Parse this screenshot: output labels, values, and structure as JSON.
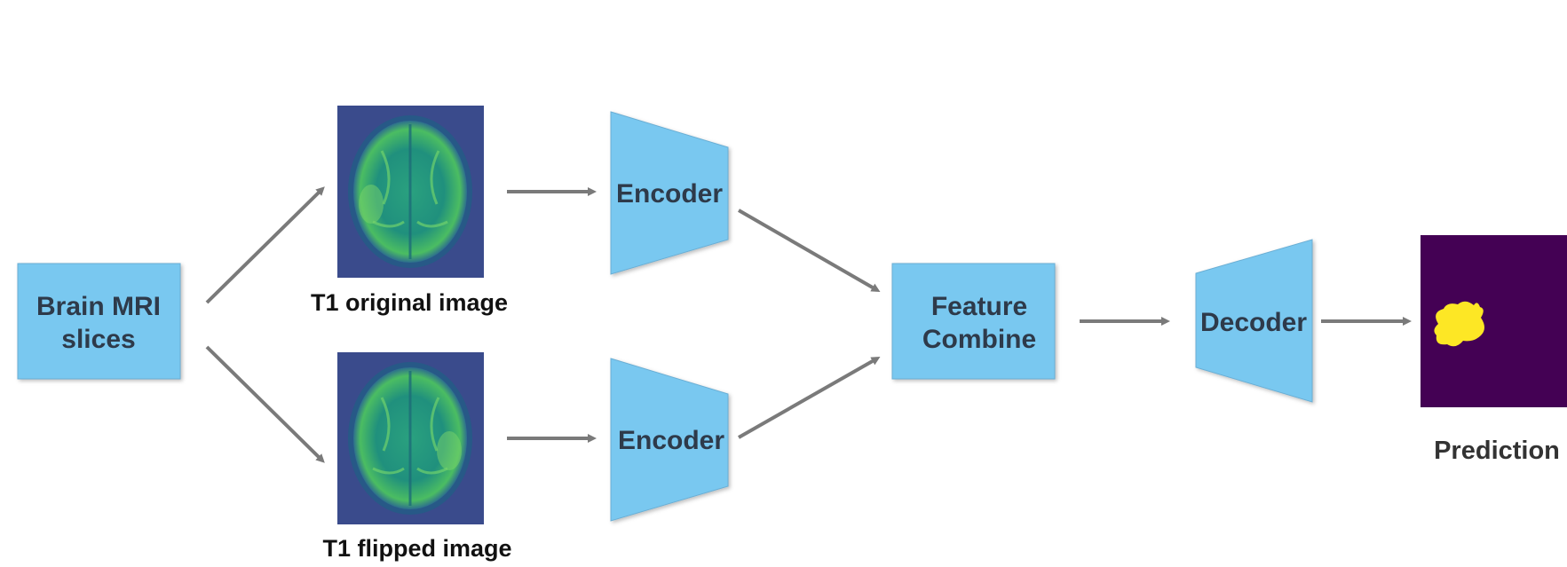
{
  "diagram": {
    "input_box": {
      "line1": "Brain MRI",
      "line2": "slices"
    },
    "original_image": {
      "caption": "T1 original image"
    },
    "flipped_image": {
      "caption": "T1 flipped image"
    },
    "encoder_top": {
      "label": "Encoder"
    },
    "encoder_bottom": {
      "label": "Encoder"
    },
    "combine_box": {
      "line1": "Feature",
      "line2": "Combine"
    },
    "decoder": {
      "label": "Decoder"
    },
    "prediction": {
      "caption": "Prediction"
    },
    "colors": {
      "block_fill": "#79c8f0",
      "block_stroke": "#6aaed4",
      "arrow": "#7a7a7a",
      "mri_background": "#3a4b8c",
      "prediction_background": "#440154",
      "prediction_blob": "#fde725"
    }
  }
}
